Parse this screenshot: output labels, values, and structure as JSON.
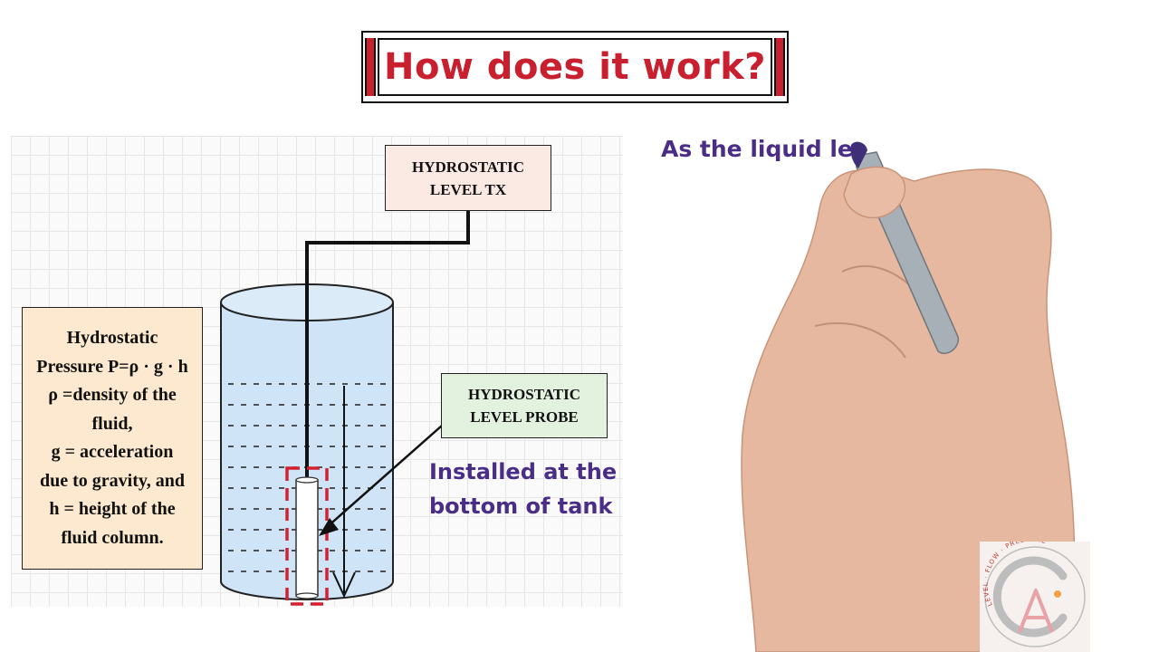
{
  "title": "How does it work?",
  "tx_box": {
    "line1": "HYDROSTATIC",
    "line2": "LEVEL TX"
  },
  "probe_box": {
    "line1": "HYDROSTATIC",
    "line2": "LEVEL PROBE"
  },
  "formula_box": {
    "lines": [
      "Hydrostatic",
      "Pressure P=ρ · g · h",
      "ρ =density of the",
      "fluid,",
      "g = acceleration",
      "due to gravity, and",
      "h = height of the",
      "fluid column."
    ]
  },
  "install_note": {
    "line1": "Installed at the",
    "line2": "bottom of tank"
  },
  "narration": "As the liquid le",
  "logo": {
    "arc_text": "LEVEL · FLOW · PRESSURE",
    "letter": "A"
  },
  "colors": {
    "title_red": "#c8202f",
    "narration_purple": "#4a2d86",
    "tank_blue": "#cfe4f6",
    "probe_outline_red": "#d42030"
  }
}
